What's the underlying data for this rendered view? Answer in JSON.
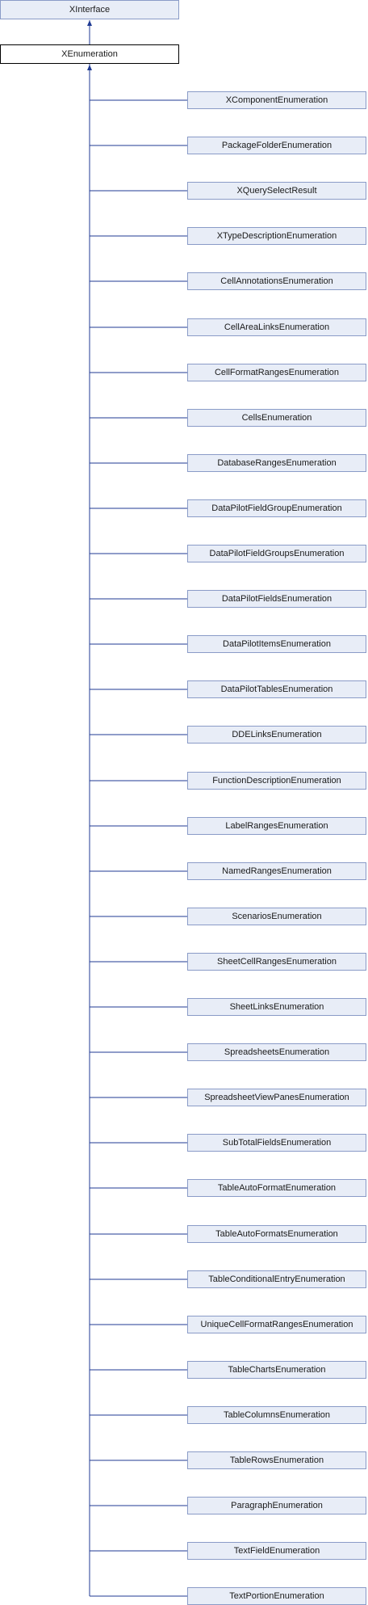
{
  "diagram": {
    "root": {
      "name": "XInterface"
    },
    "base": {
      "name": "XEnumeration"
    },
    "children": [
      "XComponentEnumeration",
      "PackageFolderEnumeration",
      "XQuerySelectResult",
      "XTypeDescriptionEnumeration",
      "CellAnnotationsEnumeration",
      "CellAreaLinksEnumeration",
      "CellFormatRangesEnumeration",
      "CellsEnumeration",
      "DatabaseRangesEnumeration",
      "DataPilotFieldGroupEnumeration",
      "DataPilotFieldGroupsEnumeration",
      "DataPilotFieldsEnumeration",
      "DataPilotItemsEnumeration",
      "DataPilotTablesEnumeration",
      "DDELinksEnumeration",
      "FunctionDescriptionEnumeration",
      "LabelRangesEnumeration",
      "NamedRangesEnumeration",
      "ScenariosEnumeration",
      "SheetCellRangesEnumeration",
      "SheetLinksEnumeration",
      "SpreadsheetsEnumeration",
      "SpreadsheetViewPanesEnumeration",
      "SubTotalFieldsEnumeration",
      "TableAutoFormatEnumeration",
      "TableAutoFormatsEnumeration",
      "TableConditionalEntryEnumeration",
      "UniqueCellFormatRangesEnumeration",
      "TableChartsEnumeration",
      "TableColumnsEnumeration",
      "TableRowsEnumeration",
      "ParagraphEnumeration",
      "TextFieldEnumeration",
      "TextPortionEnumeration"
    ],
    "colors": {
      "connector": "#1f3a93",
      "node_fill": "#e8edf7",
      "node_border": "#8a9bc7",
      "base_border": "#000000"
    }
  }
}
